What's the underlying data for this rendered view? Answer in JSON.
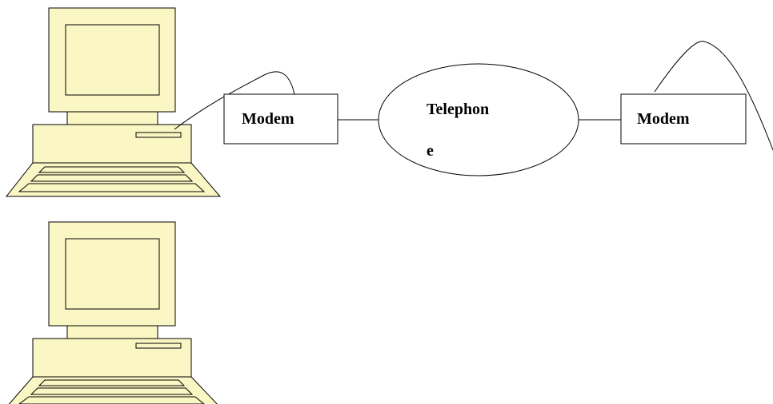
{
  "colors": {
    "computer_fill": "#fbf7c4",
    "stroke": "#000000",
    "box_fill": "#ffffff"
  },
  "nodes": {
    "modem_left": {
      "label": "Modem"
    },
    "telephone": {
      "line1": "Telephon",
      "line2": "e"
    },
    "modem_right": {
      "label": "Modem"
    }
  },
  "icons": {
    "computer": "desktop-computer-icon"
  }
}
